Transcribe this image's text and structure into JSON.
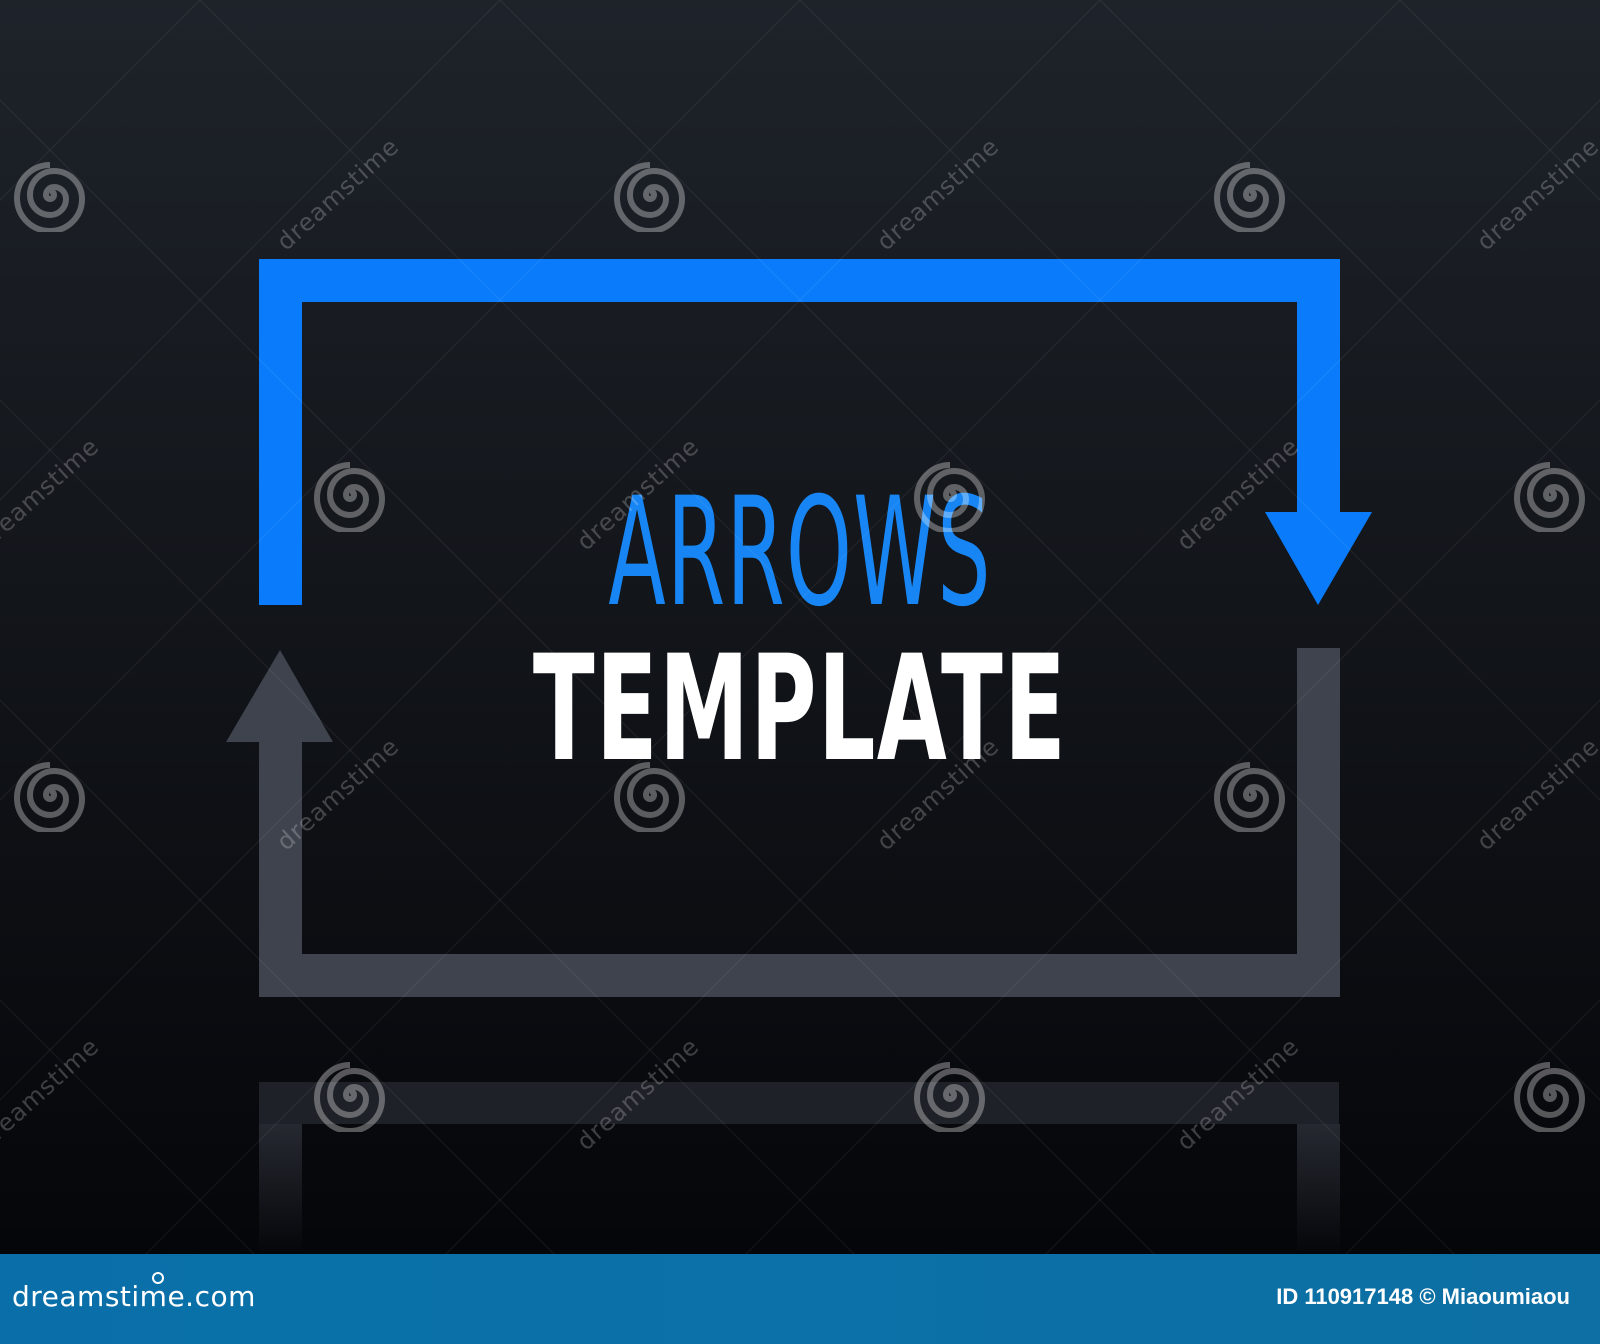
{
  "title": {
    "line1": "ARROWS",
    "line2": "TEMPLATE"
  },
  "colors": {
    "accent_blue": "#0a7cfb",
    "arrow_gray": "#3e434d",
    "headline_blue": "#1786f4",
    "headline_white": "#ffffff",
    "footer_bar": "#0b71a8"
  },
  "icons": {
    "top_arrow": "arrow-right-down-icon",
    "bottom_arrow": "arrow-left-up-icon",
    "watermark": "spiral-logo-icon"
  },
  "watermark": {
    "text": "dreamstime"
  },
  "footer": {
    "brand": "dreamstime.com",
    "credit": "ID 110917148 © Miaoumiaou"
  }
}
